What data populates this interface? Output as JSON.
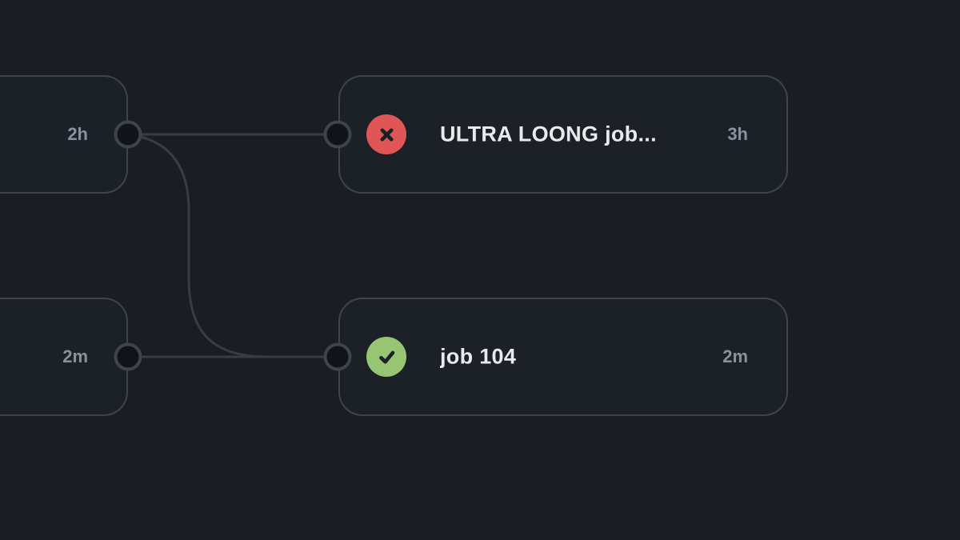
{
  "app": {
    "view": "pipeline-graph"
  },
  "colors": {
    "background": "#1a1e23",
    "card_bg": "#1c2127",
    "card_border": "#3d444d",
    "connector": "#363d46",
    "dot_fill": "#10141a",
    "dot_border": "#3d444d",
    "failed": "#e05555",
    "success": "#97c573",
    "title_text": "#e8eaee",
    "duration_text": "#8a919c"
  },
  "jobs": {
    "upstream_top": {
      "duration": "2h"
    },
    "upstream_bottom": {
      "duration": "2m"
    },
    "failed_job": {
      "name": "ULTRA LOONG job...",
      "duration": "3h",
      "status": "failed",
      "status_icon": "x-circle-icon"
    },
    "success_job": {
      "name": "job 104",
      "duration": "2m",
      "status": "success",
      "status_icon": "check-circle-icon"
    }
  }
}
